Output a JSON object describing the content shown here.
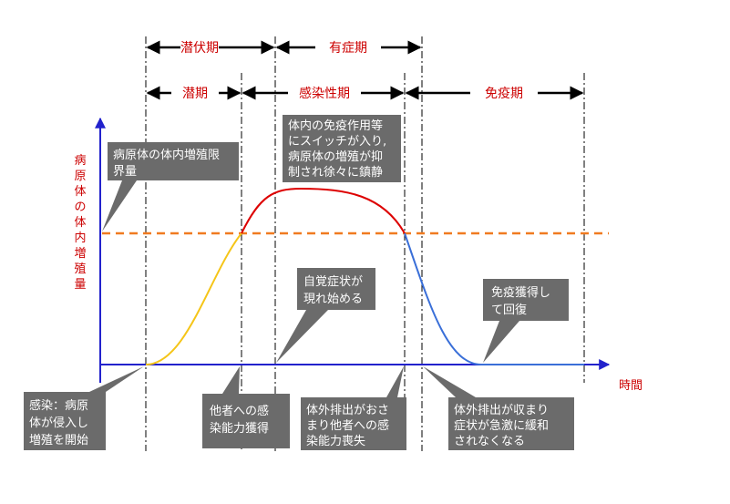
{
  "periods": {
    "latent_period": "潜伏期",
    "symptomatic_period": "有症期",
    "incubation": "潜期",
    "infectious_period": "感染性期",
    "immune_period": "免疫期"
  },
  "y_axis_label": "病原体の体内増殖量",
  "x_axis_label": "時間",
  "callouts": {
    "proliferation_limit": [
      "病原体の体内増殖限",
      "界量"
    ],
    "immune_switch": [
      "体内の免疫作用等",
      "にスイッチが入り,",
      "病原体の増殖が抑",
      "制され徐々に鎮静"
    ],
    "symptoms_begin": [
      "自覚症状が",
      "現れ始める"
    ],
    "immunity_acquired": [
      "免疫獲得し",
      "て回復"
    ],
    "infection_start": [
      "感染：病原",
      "体が侵入し",
      "増殖を開始"
    ],
    "infectivity_acquired": [
      "他者への感",
      "染能力獲得"
    ],
    "infectivity_lost": [
      "体外排出がおさ",
      "まり他者への感",
      "染能力喪失"
    ],
    "shedding_subsides": [
      "体外排出が収まり",
      "症状が急激に緩和",
      "されなくなる"
    ]
  },
  "colors": {
    "curve_rise": "#f5c518",
    "curve_peak": "#dd0000",
    "curve_decline": "#3a6fd8",
    "threshold_line": "#f07a20",
    "axis": "#2222cc",
    "callout_fill": "#6b6b6b",
    "label_red": "#cc0000"
  }
}
